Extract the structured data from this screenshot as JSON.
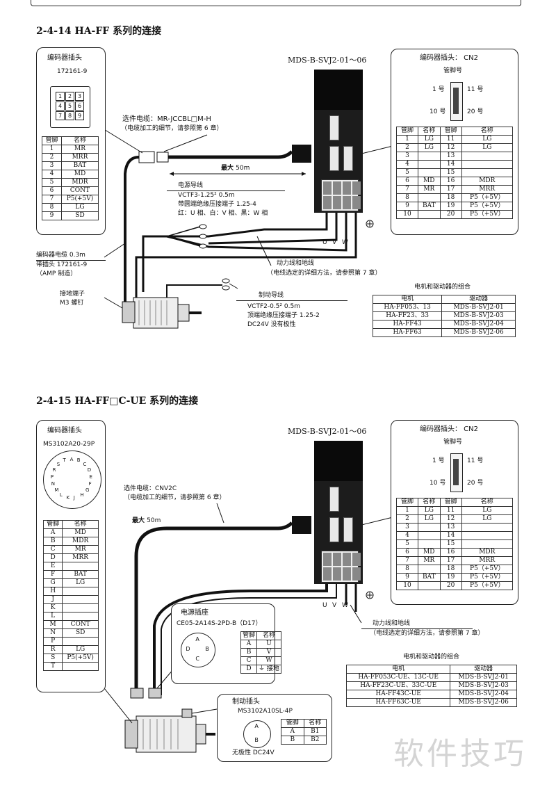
{
  "sec1": {
    "title": "2-4-14 HA-FF 系列的连接",
    "enc_box_title": "编码器插头",
    "enc_part": "172161-9",
    "pin_grid": [
      "1",
      "2",
      "3",
      "4",
      "5",
      "6",
      "7",
      "8",
      "9"
    ],
    "enc_pins_header": [
      "管脚",
      "名称"
    ],
    "enc_pins": [
      [
        "1",
        "MR"
      ],
      [
        "2",
        "MRR"
      ],
      [
        "3",
        "BAT"
      ],
      [
        "4",
        "MD"
      ],
      [
        "5",
        "MDR"
      ],
      [
        "6",
        "CONT"
      ],
      [
        "7",
        "P5(+5V)"
      ],
      [
        "8",
        "LG"
      ],
      [
        "9",
        "SD"
      ]
    ],
    "drive_model": "MDS-B-SVJ2-01～06",
    "cable_select": "选件电缆：MR-JCCBL□M-H",
    "cable_note": "（电缆加工的细节，请参照第 6 章）",
    "max_len_label": "最大",
    "max_len_value": "50m",
    "power_lead_title": "电源导线",
    "power_lead_spec": "VCTF3-1.25² 0.5m",
    "power_lead_term": "带圆端绝缘压接端子 1.25-4",
    "power_lead_color": "红：U 相、白：V 相、黑：W 相",
    "enc_cable_1": "编码器电缆 0.3m",
    "enc_cable_2": "带插头 172161-9",
    "enc_cable_3": "（AMP 制造）",
    "ground_1": "接地端子",
    "ground_2": "M3 螺钉",
    "power_ground_1": "动力线和地线",
    "power_ground_2": "（电线选定的详细方法，请参照第 7 章）",
    "brake_title": "制动导线",
    "brake_spec": "VCTF2-0.5² 0.5m",
    "brake_term": "顶端绝缘压接端子 1.25-2",
    "brake_pol": "DC24V 没有极性",
    "uvw": [
      "U",
      "V",
      "W"
    ],
    "cn2_title": "编码器插头：  CN2",
    "cn2_pinno": "管脚号",
    "cn2_1": "1 号",
    "cn2_11": "11 号",
    "cn2_10": "10 号",
    "cn2_20": "20 号",
    "cn2_header": [
      "管脚",
      "名称",
      "管脚",
      "名称"
    ],
    "cn2_rows": [
      [
        "1",
        "LG",
        "11",
        "LG"
      ],
      [
        "2",
        "LG",
        "12",
        "LG"
      ],
      [
        "3",
        "",
        "13",
        ""
      ],
      [
        "4",
        "",
        "14",
        ""
      ],
      [
        "5",
        "",
        "15",
        ""
      ],
      [
        "6",
        "MD",
        "16",
        "MDR"
      ],
      [
        "7",
        "MR",
        "17",
        "MRR"
      ],
      [
        "8",
        "",
        "18",
        "P5（+5V）"
      ],
      [
        "9",
        "BAT",
        "19",
        "P5（+5V）"
      ],
      [
        "10",
        "",
        "20",
        "P5（+5V）"
      ]
    ],
    "combo_title": "电机和驱动器的组合",
    "combo_header": [
      "电机",
      "驱动器"
    ],
    "combo_rows": [
      [
        "HA-FF053、13",
        "MDS-B-SVJ2-01"
      ],
      [
        "HA-FF23、33",
        "MDS-B-SVJ2-03"
      ],
      [
        "HA-FF43",
        "MDS-B-SVJ2-04"
      ],
      [
        "HA-FF63",
        "MDS-B-SVJ2-06"
      ]
    ]
  },
  "sec2": {
    "title": "2-4-15 HA-FF□C-UE 系列的连接",
    "enc_box_title": "编码器插头",
    "enc_part": "MS3102A20-29P",
    "circle_letters": [
      "A",
      "B",
      "C",
      "D",
      "E",
      "F",
      "G",
      "H",
      "J",
      "K",
      "L",
      "M",
      "N",
      "P",
      "R",
      "S",
      "T"
    ],
    "enc_pins_header": [
      "管脚",
      "名称"
    ],
    "enc_pins": [
      [
        "A",
        "MD"
      ],
      [
        "B",
        "MDR"
      ],
      [
        "C",
        "MR"
      ],
      [
        "D",
        "MRR"
      ],
      [
        "E",
        ""
      ],
      [
        "F",
        "BAT"
      ],
      [
        "G",
        "LG"
      ],
      [
        "H",
        ""
      ],
      [
        "J",
        ""
      ],
      [
        "K",
        ""
      ],
      [
        "L",
        ""
      ],
      [
        "M",
        "CONT"
      ],
      [
        "N",
        "SD"
      ],
      [
        "P",
        ""
      ],
      [
        "R",
        "LG"
      ],
      [
        "S",
        "P5(+5V)"
      ],
      [
        "T",
        ""
      ]
    ],
    "drive_model": "MDS-B-SVJ2-01～06",
    "cable_select": "选件电缆：CNV2C",
    "cable_note": "（电缆加工的细节，请参照第 6 章）",
    "max_len_label": "最大",
    "max_len_value": "50m",
    "psock_title": "电源插座",
    "psock_part": "CE05-2A14S-2PD-B（D17）",
    "psock_header": [
      "管脚",
      "名称"
    ],
    "psock_rows": [
      [
        "A",
        "U"
      ],
      [
        "B",
        "V"
      ],
      [
        "C",
        "W"
      ],
      [
        "D",
        "⏚ 接地"
      ]
    ],
    "psock_letters": [
      "A",
      "B",
      "C",
      "D"
    ],
    "brake_title": "制动插头",
    "brake_part": "MS3102A10SL-4P",
    "brake_header": [
      "管脚",
      "名称"
    ],
    "brake_rows": [
      [
        "A",
        "B1"
      ],
      [
        "B",
        "B2"
      ]
    ],
    "brake_letters": [
      "A",
      "B"
    ],
    "brake_pol": "无极性 DC24V",
    "power_ground_1": "动力线和地线",
    "power_ground_2": "（电线选定的详细方法，请参照第 7 章）",
    "uvw": [
      "U",
      "V",
      "W"
    ],
    "cn2_title": "编码器插头：  CN2",
    "cn2_pinno": "管脚号",
    "cn2_1": "1 号",
    "cn2_11": "11 号",
    "cn2_10": "10 号",
    "cn2_20": "20 号",
    "cn2_header": [
      "管脚",
      "名称",
      "管脚",
      "名称"
    ],
    "cn2_rows": [
      [
        "1",
        "LG",
        "11",
        "LG"
      ],
      [
        "2",
        "LG",
        "12",
        "LG"
      ],
      [
        "3",
        "",
        "13",
        ""
      ],
      [
        "4",
        "",
        "14",
        ""
      ],
      [
        "5",
        "",
        "15",
        ""
      ],
      [
        "6",
        "MD",
        "16",
        "MDR"
      ],
      [
        "7",
        "MR",
        "17",
        "MRR"
      ],
      [
        "8",
        "",
        "18",
        "P5（+5V）"
      ],
      [
        "9",
        "BAT",
        "19",
        "P5（+5V）"
      ],
      [
        "10",
        "",
        "20",
        "P5（+5V）"
      ]
    ],
    "combo_title": "电机和驱动器的组合",
    "combo_header": [
      "电机",
      "驱动器"
    ],
    "combo_rows": [
      [
        "HA-FF053C-UE、13C-UE",
        "MDS-B-SVJ2-01"
      ],
      [
        "HA-FF23C-UE、33C-UE",
        "MDS-B-SVJ2-03"
      ],
      [
        "HA-FF43C-UE",
        "MDS-B-SVJ2-04"
      ],
      [
        "HA-FF63C-UE",
        "MDS-B-SVJ2-06"
      ]
    ]
  },
  "watermark": "软件技巧"
}
